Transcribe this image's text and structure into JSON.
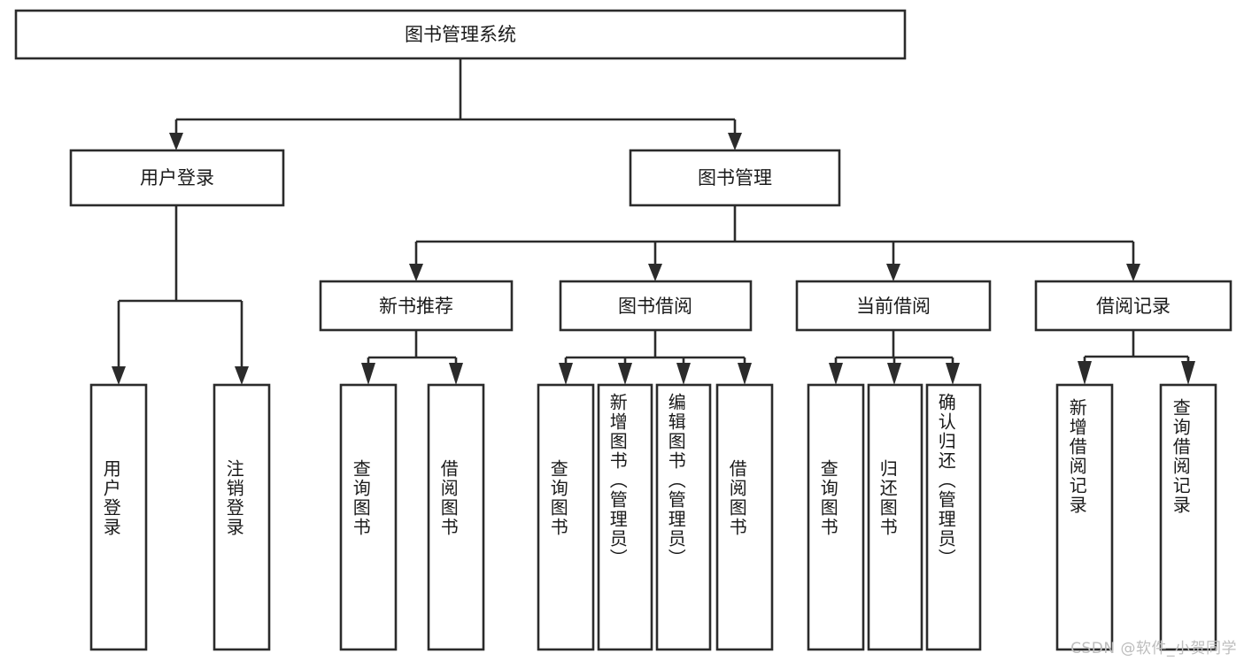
{
  "diagram": {
    "type": "tree-hierarchy",
    "title": "图书管理系统",
    "watermark": "CSDN @软件_小贺同学",
    "colors": {
      "stroke": "#2b2b2b",
      "fill": "#ffffff",
      "text": "#1a1a1a",
      "watermark": "#bdbdbd"
    },
    "root": {
      "label": "图书管理系统"
    },
    "level1": [
      {
        "label": "用户登录"
      },
      {
        "label": "图书管理"
      }
    ],
    "level2": [
      {
        "label": "新书推荐"
      },
      {
        "label": "图书借阅"
      },
      {
        "label": "当前借阅"
      },
      {
        "label": "借阅记录"
      }
    ],
    "leaves": {
      "user_login": [
        {
          "label": "用户登录"
        },
        {
          "label": "注销登录"
        }
      ],
      "new_book_recommend": [
        {
          "label": "查询图书"
        },
        {
          "label": "借阅图书"
        }
      ],
      "book_borrow": [
        {
          "label": "查询图书"
        },
        {
          "label": "新增图书（管理员）"
        },
        {
          "label": "编辑图书（管理员）"
        },
        {
          "label": "借阅图书"
        }
      ],
      "current_borrow": [
        {
          "label": "查询图书"
        },
        {
          "label": "归还图书"
        },
        {
          "label": "确认归还（管理员）"
        }
      ],
      "borrow_record": [
        {
          "label": "新增借阅记录"
        },
        {
          "label": "查询借阅记录"
        }
      ]
    }
  }
}
